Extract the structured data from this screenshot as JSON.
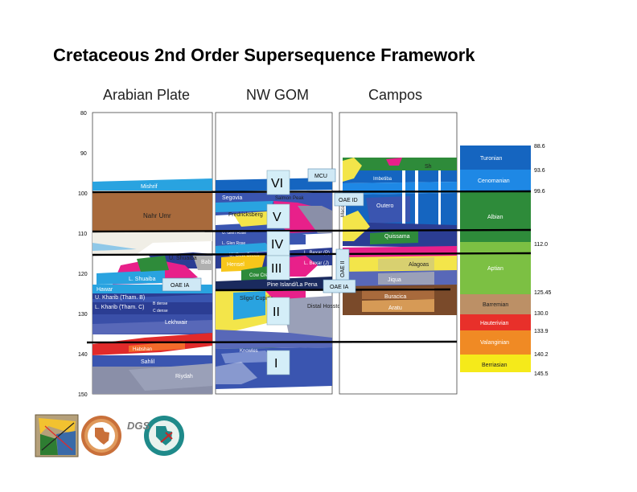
{
  "title": "Cretaceous 2nd Order Supersequence Framework",
  "columns": [
    {
      "name": "Arabian Plate"
    },
    {
      "name": "NW GOM"
    },
    {
      "name": "Campos"
    }
  ],
  "depth_axis": {
    "ticks": [
      "80",
      "90",
      "100",
      "110",
      "120",
      "130",
      "140",
      "150"
    ]
  },
  "arabian_units": [
    "Mishrif",
    "Nahr Umr",
    "U. Shuaiba",
    "Bab",
    "L. Shuaiba",
    "Hawar",
    "U. Kharib (Tham. B)",
    "B dense",
    "L. Kharib (Tham. C)",
    "C dense",
    "Lekhwair",
    "Habshan",
    "Sahlil",
    "Riydah"
  ],
  "gom_units": [
    "Segovia",
    "Fredricksberg",
    "U. Glen Rose",
    "L. Glen Rose",
    "U. Cow Creek",
    "Hensel",
    "Cow Creek",
    "Salmon Peak",
    "L. Bexar (P)",
    "L. Bexar (J)",
    "Pine Island/La Pena",
    "Sligo/ Cupido",
    "Distal Hosston",
    "Knowles"
  ],
  "campos_units": [
    "Sh",
    "Imbetiba",
    "Outero",
    "Macae",
    "Quissama",
    "Alagoas",
    "Jiqua",
    "Buracica",
    "Aratu"
  ],
  "callouts": [
    "MCU",
    "OAE ID",
    "OAE II",
    "OAE IA",
    "OAE IA"
  ],
  "supersequences": [
    "VI",
    "V",
    "IV",
    "III",
    "II",
    "I"
  ],
  "stages": [
    {
      "name": "Turonian",
      "color": "#1565c0",
      "top": "88.6"
    },
    {
      "name": "Cenomanian",
      "color": "#1e88e5",
      "top": "93.6"
    },
    {
      "name": "Albian",
      "color": "#2e8b3a",
      "top": "99.6"
    },
    {
      "name": "Aptian",
      "color": "#7cc043",
      "top": "112.0"
    },
    {
      "name": "Barremian",
      "color": "#bc9066",
      "top": "125.45"
    },
    {
      "name": "Hauterivian",
      "color": "#e8302a",
      "top": "130.0"
    },
    {
      "name": "Valanginian",
      "color": "#f08a24",
      "top": "133.9"
    },
    {
      "name": "Berriasian",
      "color": "#f5ea1a",
      "top": "140.2"
    }
  ],
  "stage_base": "145.5",
  "logos": [
    "DGS"
  ]
}
